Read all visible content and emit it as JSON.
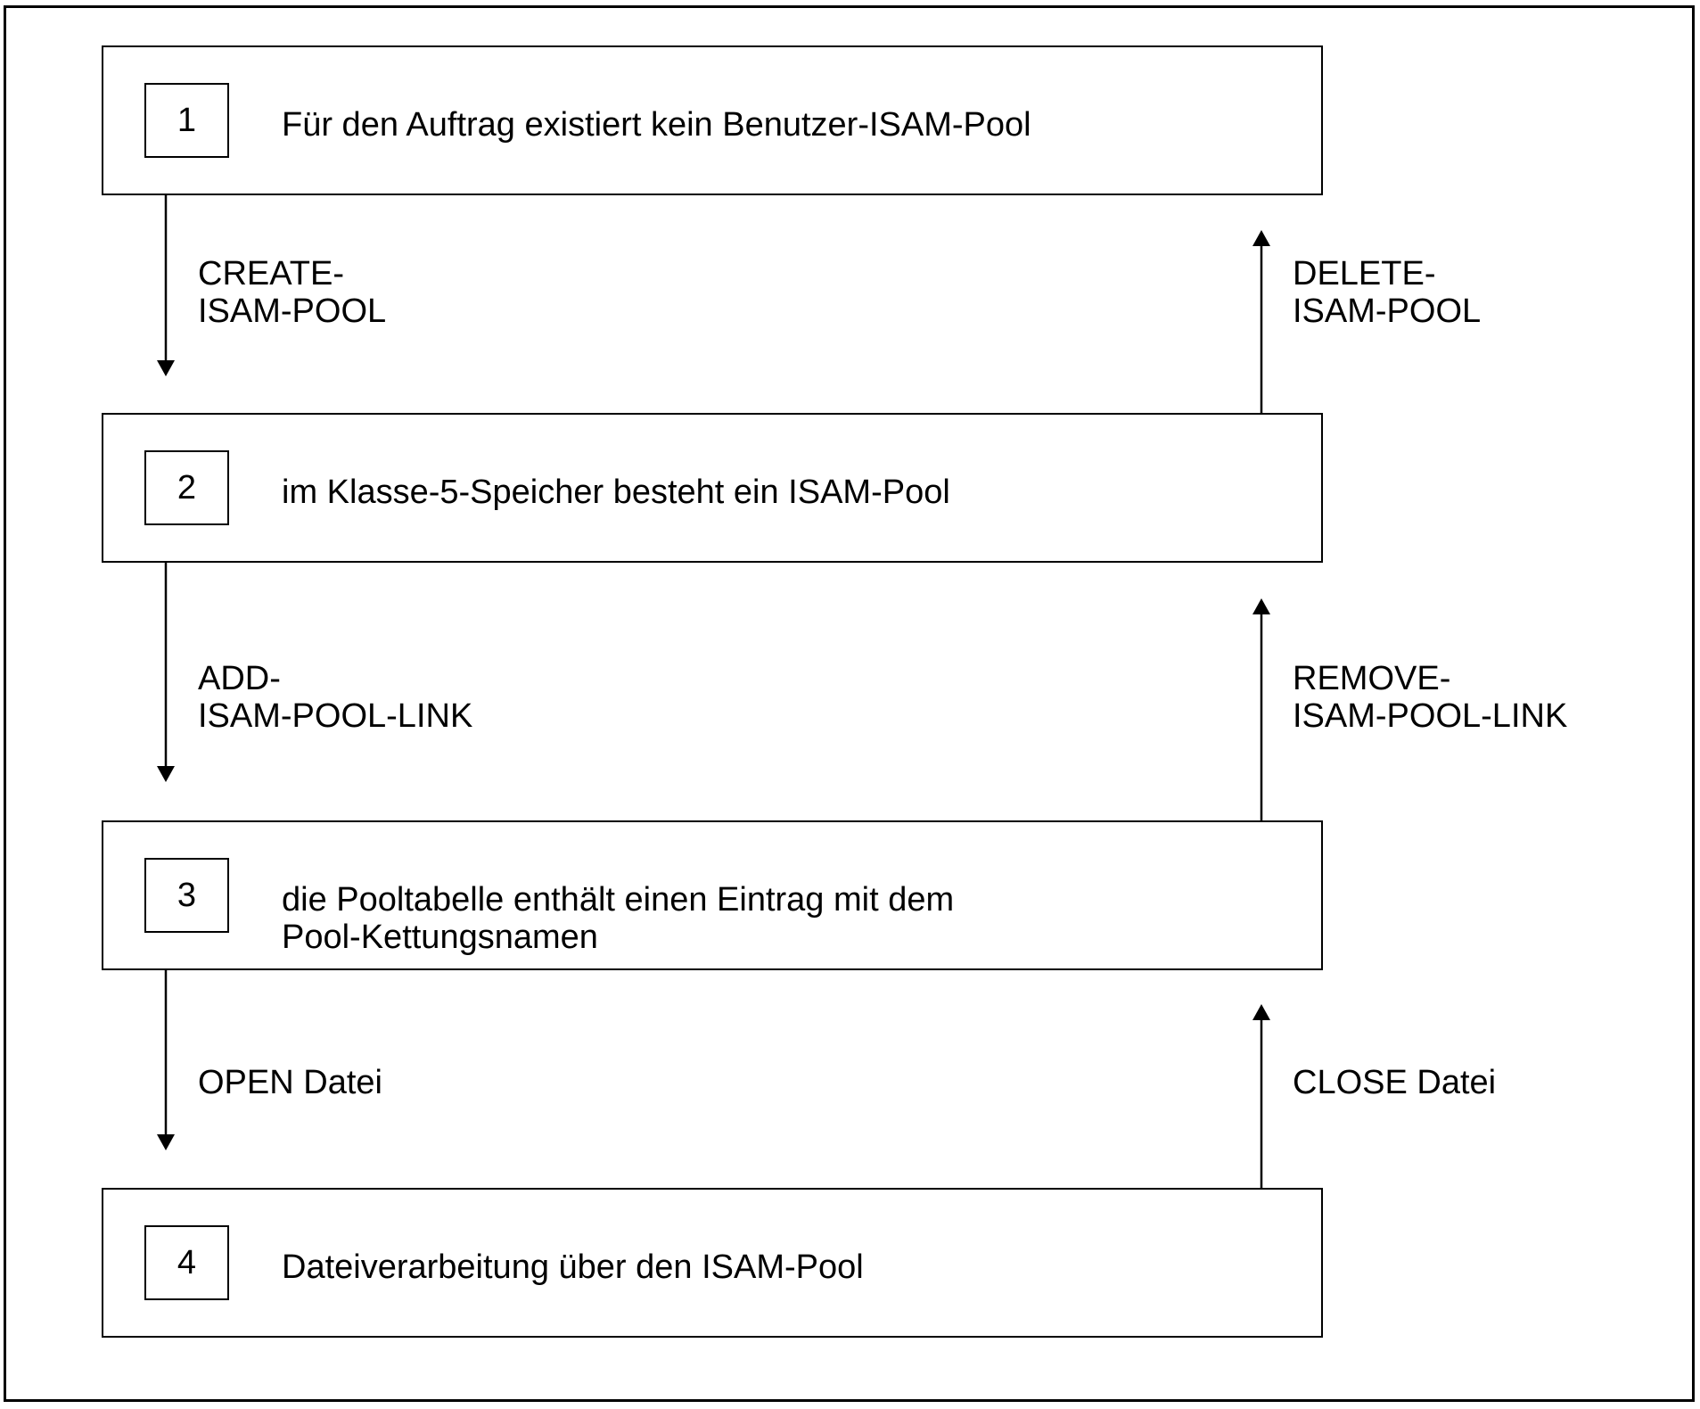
{
  "states": [
    {
      "number": "1",
      "text": "Für den Auftrag existiert kein Benutzer-ISAM-Pool"
    },
    {
      "number": "2",
      "text": "im Klasse-5-Speicher besteht ein ISAM-Pool"
    },
    {
      "number": "3",
      "text": "die Pooltabelle enthält einen Eintrag mit dem\nPool-Kettungsnamen"
    },
    {
      "number": "4",
      "text": "Dateiverarbeitung über den ISAM-Pool"
    }
  ],
  "transitions_down": [
    {
      "label": "CREATE-\nISAM-POOL",
      "from": "1",
      "to": "2"
    },
    {
      "label": "ADD-\nISAM-POOL-LINK",
      "from": "2",
      "to": "3"
    },
    {
      "label": "OPEN Datei",
      "from": "3",
      "to": "4"
    }
  ],
  "transitions_up": [
    {
      "label": "DELETE-\nISAM-POOL",
      "from": "2",
      "to": "1"
    },
    {
      "label": "REMOVE-\nISAM-POOL-LINK",
      "from": "3",
      "to": "2"
    },
    {
      "label": "CLOSE Datei",
      "from": "4",
      "to": "3"
    }
  ]
}
